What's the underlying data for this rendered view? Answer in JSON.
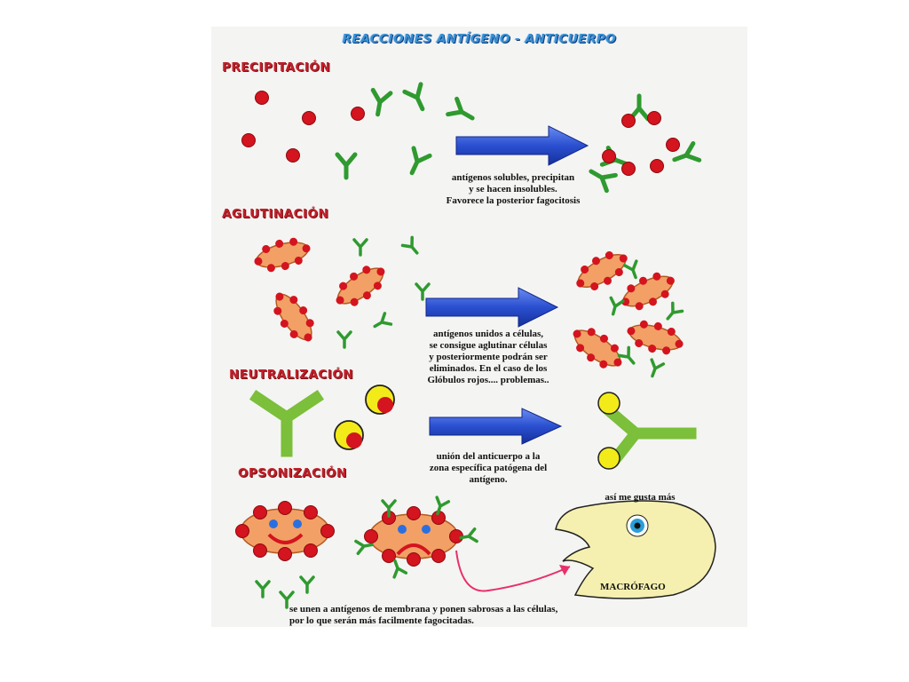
{
  "title": "REACCIONES  ANTÍGENO - ANTICUERPO",
  "sections": {
    "precipitacion": {
      "heading": "PRECIPITACIÓN",
      "caption": "antígenos solubles, precipitan\ny se hacen insolubles.\nFavorece la posterior fagocitosis"
    },
    "aglutinacion": {
      "heading": "AGLUTINACIÓN",
      "caption": "antígenos unidos a células,\nse consigue aglutinar células\ny posteriormente podrán ser\neliminados. En el caso de los\nGlóbulos rojos.... problemas.."
    },
    "neutralizacion": {
      "heading": "NEUTRALIZACIÓN",
      "caption": "unión del anticuerpo a la\nzona específica patógena del\nantígeno."
    },
    "opsonizacion": {
      "heading": "OPSONIZACIÓN",
      "speech": "así me gusta más",
      "macrophage_label": "MACRÓFAGO",
      "caption": "se unen a antígenos de membrana y ponen sabrosas a las células,\npor lo que serán más facilmente fagocitadas."
    }
  },
  "colors": {
    "antibody": "#2f9a2f",
    "antigen": "#d4141e",
    "cell": "#f2a066",
    "arrow": "#2a4fd0",
    "macrophage": "#f5f0b0",
    "yellow_antigen": "#f3ea1a",
    "pink_arrow": "#e8306a"
  },
  "icons": [
    "antibody-icon",
    "antigen-icon",
    "cell-icon",
    "reaction-arrow-icon",
    "macrophage-icon",
    "eye-icon"
  ]
}
